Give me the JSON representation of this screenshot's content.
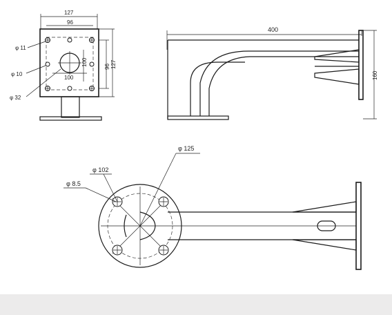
{
  "front_view": {
    "plate_width": "127",
    "bolt_spacing_width": "96",
    "hole_dia_small": "φ 11",
    "hole_dia_mid": "φ 10",
    "hole_dia_large": "φ 32",
    "inner_width": "100",
    "inner_height": "100",
    "outer_height_a": "96",
    "outer_height_b": "127"
  },
  "side_view": {
    "arm_length": "400",
    "bracket_height": "160"
  },
  "bottom_view": {
    "flange_dia": "φ 125",
    "bolt_circle_dia": "φ 102",
    "bolt_hole_dia": "φ 8.5"
  }
}
